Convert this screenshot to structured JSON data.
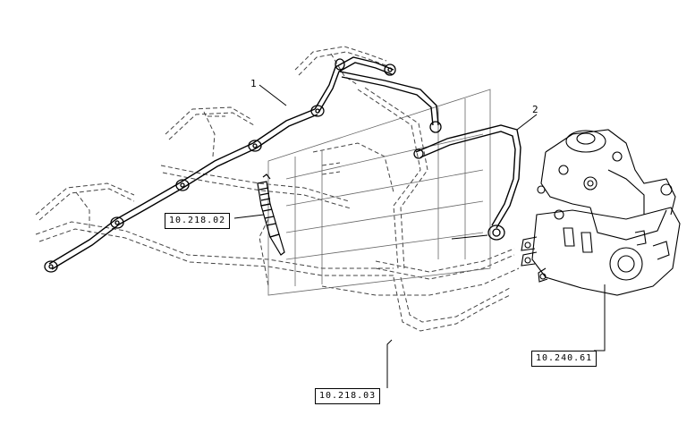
{
  "callouts": {
    "item_1": "1",
    "item_2": "2"
  },
  "references": {
    "injector_ref": "10.218.02",
    "lower_pipes_ref": "10.218.03",
    "pump_ref": "10.240.61"
  },
  "colors": {
    "line": "#000000",
    "background": "#ffffff",
    "dashed": "#444444"
  }
}
